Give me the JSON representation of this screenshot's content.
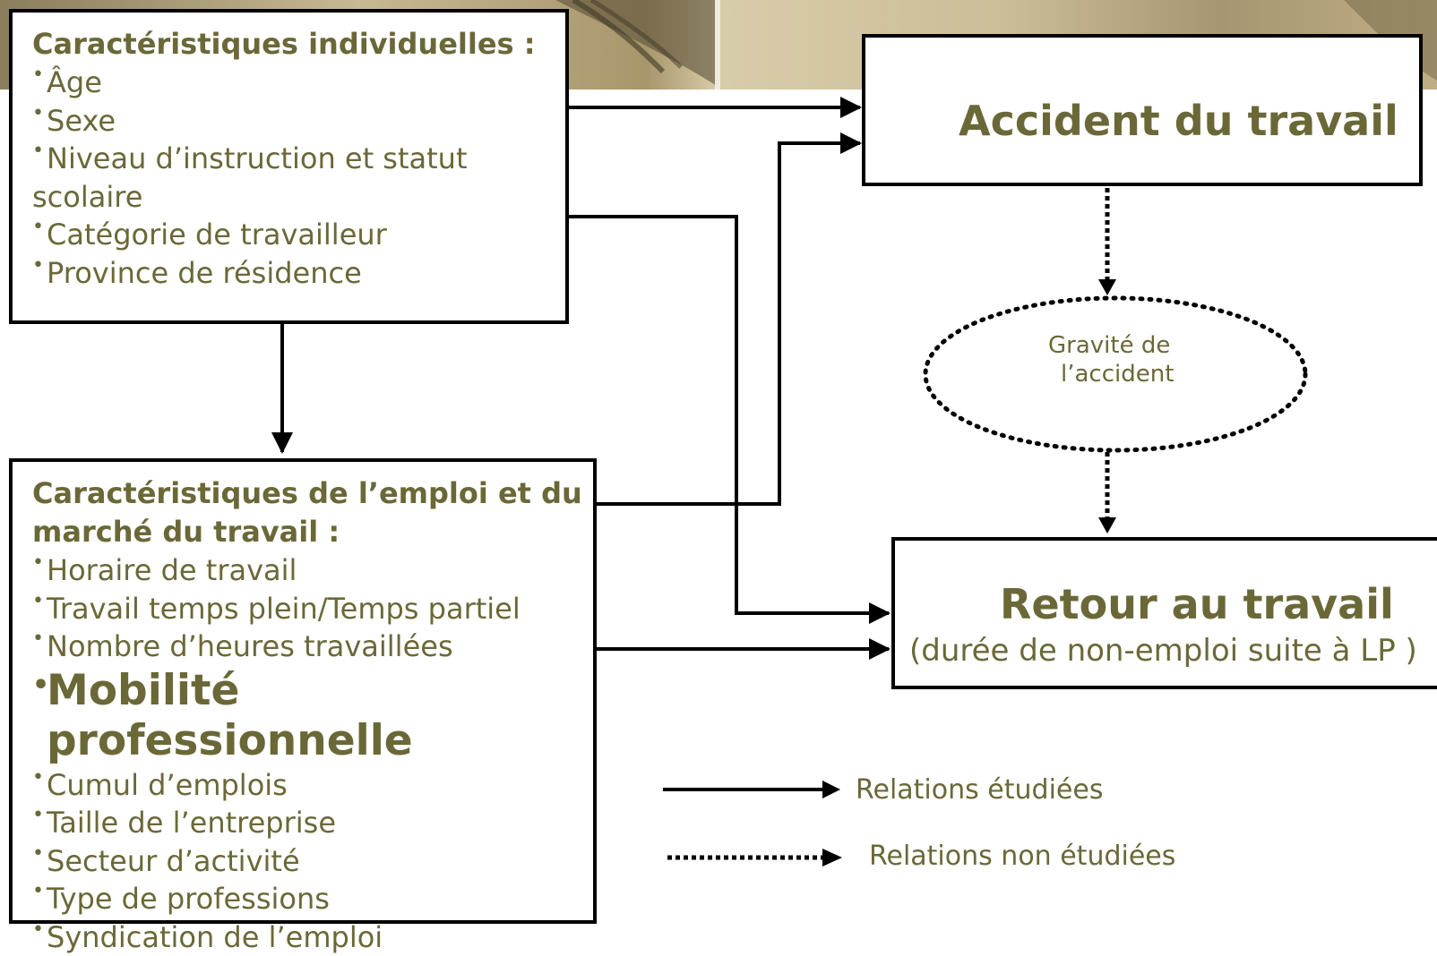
{
  "individual_box": {
    "heading": "Caractéristiques individuelles :",
    "items": [
      "Âge",
      "Sexe",
      "Niveau d’instruction et statut",
      "scolaire",
      "Catégorie de travailleur",
      "Province de résidence"
    ]
  },
  "job_box": {
    "heading_line1": "Caractéristiques de l’emploi et du",
    "heading_line2": "marché du travail :",
    "items": [
      "Horaire de travail",
      "Travail temps plein/Temps partiel",
      "Nombre d’heures travaillées",
      "Mobilité professionnelle",
      "Cumul d’emplois",
      "Taille de l’entreprise",
      "Secteur d’activité",
      "Type de professions",
      "Syndication de l’emploi"
    ]
  },
  "accident_box": {
    "title": "Accident du travail"
  },
  "return_box": {
    "title": "Retour au travail",
    "subtitle": "(durée de non-emploi suite à LP )"
  },
  "severity": {
    "line1": "Gravité de",
    "line2": "l’accident"
  },
  "legend": {
    "studied": "Relations étudiées",
    "unstudied": "Relations non étudiées"
  },
  "bullet": "•",
  "colors": {
    "text": "#6b6838",
    "line": "#000000"
  }
}
